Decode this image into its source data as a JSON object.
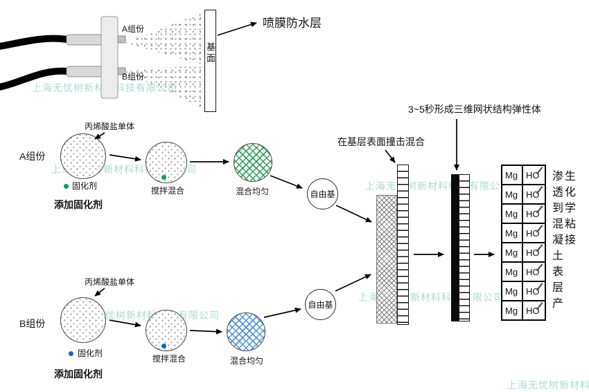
{
  "watermark": {
    "text": "上海无忧树新材料科技有限公司",
    "color": "#a9dbd6"
  },
  "spray_section": {
    "component_a": "A组份",
    "component_b": "B组份",
    "substrate": "基面",
    "membrane": "喷膜防水层"
  },
  "flow_a": {
    "name": "A组份",
    "monomer": "丙烯酸盐单体",
    "curing_agent": "固化剂",
    "add_curing_agent": "添加固化剂",
    "stir_mix": "搅拌混合",
    "mixed_even": "混合均匀",
    "free_radical": "自由基",
    "curing_dot_color": "#00a351",
    "hatch_color": "#2f9e57"
  },
  "flow_b": {
    "name": "B组份",
    "monomer": "丙烯酸盐单体",
    "curing_agent": "固化剂",
    "add_curing_agent": "添加固化剂",
    "stir_mix": "搅拌混合",
    "mixed_even": "混合均匀",
    "free_radical": "自由基",
    "curing_dot_color": "#1565c0",
    "hatch_color": "#4a8fd2"
  },
  "reaction": {
    "impact_mix": "在基层表面撞击混合",
    "network_formation": "3~5秒形成三维网状结构弹性体"
  },
  "bond_table": {
    "rows": [
      {
        "cation": "Mg",
        "anion": "HO"
      },
      {
        "cation": "Mg",
        "anion": "HO"
      },
      {
        "cation": "Mg",
        "anion": "HO"
      },
      {
        "cation": "Mg",
        "anion": "HO"
      },
      {
        "cation": "Mg",
        "anion": "HO"
      },
      {
        "cation": "Mg",
        "anion": "HO"
      },
      {
        "cation": "Mg",
        "anion": "HO"
      },
      {
        "cation": "Mg",
        "anion": "HO"
      }
    ],
    "side_note": "渗透到混凝土表层产生化学粘接"
  }
}
